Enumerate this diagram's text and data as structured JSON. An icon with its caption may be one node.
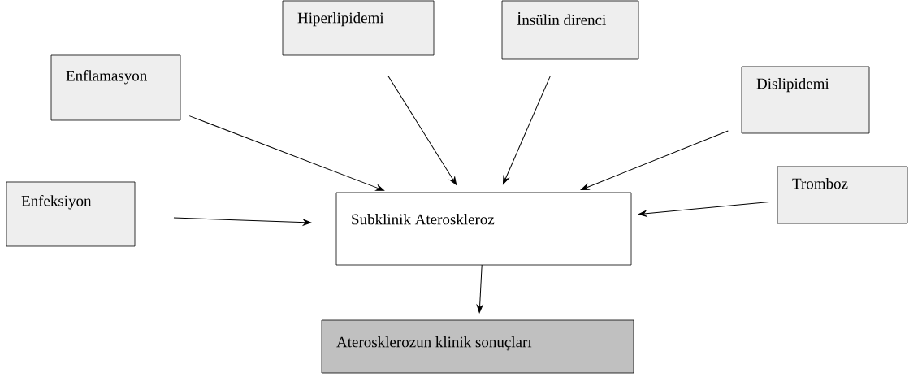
{
  "diagram": {
    "nodes": [
      {
        "text": [
          "Hiperlipidemi"
        ]
      },
      {
        "text": [
          "İnsülin direnci"
        ]
      },
      {
        "text": [
          "Enflamasyon"
        ]
      },
      {
        "text": [
          "Dislipidemi"
        ]
      },
      {
        "text": [
          "Enfeksiyon"
        ]
      },
      {
        "text": [
          "Tromboz"
        ]
      },
      {
        "text": [
          "Subklinik Ateroskleroz"
        ]
      },
      {
        "text": [
          "Aterosklerozun klinik sonuçları"
        ]
      }
    ],
    "edges": [
      {
        "from": 2,
        "to": 6,
        "arrow": "to"
      },
      {
        "from": 0,
        "to": 6,
        "arrow": "to"
      },
      {
        "from": 1,
        "to": 6,
        "arrow": "to"
      },
      {
        "from": 3,
        "to": 6,
        "arrow": "to"
      },
      {
        "from": 4,
        "to": 6,
        "arrow": "to"
      },
      {
        "from": 5,
        "to": 6,
        "arrow": "to"
      },
      {
        "from": 6,
        "to": 7,
        "arrow": "to"
      }
    ]
  }
}
